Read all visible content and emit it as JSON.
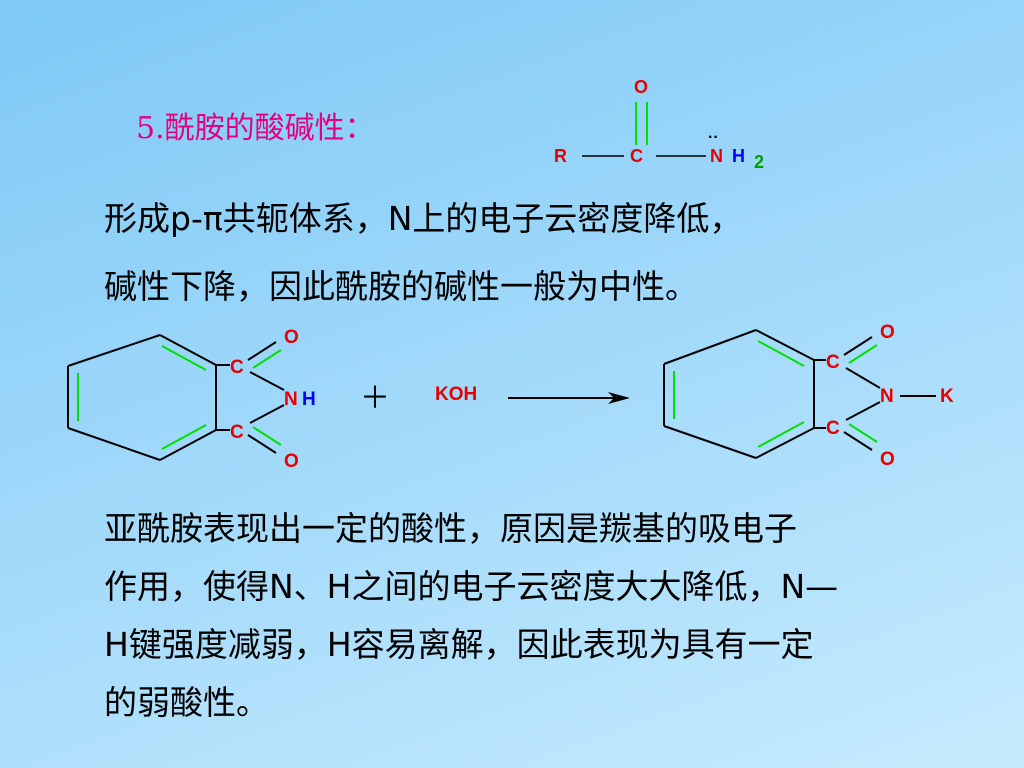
{
  "heading": "5.酰胺的酸碱性：",
  "paragraph1": "形成p-π共轭体系，N上的电子云密度降低，",
  "paragraph2": "碱性下降，因此酰胺的碱性一般为中性。",
  "paragraph3_lines": [
    "亚酰胺表现出一定的酸性，原因是羰基的吸电子",
    "作用，使得N、H之间的电子云密度大大降低，N—",
    "H键强度减弱，H容易离解，因此表现为具有一定",
    "的弱酸性。"
  ],
  "amide_structure": {
    "r": "R",
    "c": "C",
    "o": "O",
    "n": "N",
    "h": "H",
    "sub2": "2",
    "lone_pair": "··"
  },
  "reactant": {
    "c_top": "C",
    "c_bottom": "C",
    "o_top": "O",
    "o_bottom": "O",
    "n": "N",
    "h": "H"
  },
  "plus": "＋",
  "reagent": "KOH",
  "product": {
    "c_top": "C",
    "c_bottom": "C",
    "o_top": "O",
    "o_bottom": "O",
    "n": "N",
    "k": "K"
  },
  "colors": {
    "red": "#e60000",
    "blue": "#0000ff",
    "green": "#00a000",
    "bond_green": "#00e000",
    "magenta": "#e5007e"
  }
}
